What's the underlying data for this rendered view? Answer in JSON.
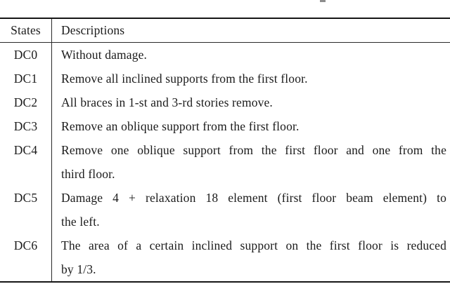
{
  "table": {
    "columns": [
      "States",
      "Descriptions"
    ],
    "rows": [
      {
        "state": "DC0",
        "description": "Without damage.",
        "lines": [
          "Without damage."
        ]
      },
      {
        "state": "DC1",
        "description": "Remove all inclined supports from the first floor.",
        "lines": [
          "Remove all inclined supports from the first floor."
        ]
      },
      {
        "state": "DC2",
        "description": "All braces in 1-st and 3-rd stories remove.",
        "lines": [
          "All braces in 1-st and 3-rd stories remove."
        ]
      },
      {
        "state": "DC3",
        "description": "Remove an oblique support from the first floor.",
        "lines": [
          "Remove an oblique support from the first floor."
        ]
      },
      {
        "state": "DC4",
        "description": "Remove one oblique support from the first floor and one from the third floor.",
        "lines": [
          "Remove one oblique support from the first floor and one from the",
          "third floor."
        ]
      },
      {
        "state": "DC5",
        "description": "Damage 4 + relaxation 18 element (first floor beam element) to the left.",
        "lines": [
          "Damage 4 + relaxation 18 element (first floor beam element) to",
          "the left."
        ]
      },
      {
        "state": "DC6",
        "description": "The area of a certain inclined support on the first floor is reduced by 1/3.",
        "lines": [
          "The area of a certain inclined support on the first floor is reduced",
          "by 1/3."
        ]
      }
    ],
    "colors": {
      "background": "#ffffff",
      "text": "#1b1b1b",
      "thick_rule": "#151515",
      "thin_rule": "#2a2a2a"
    }
  }
}
